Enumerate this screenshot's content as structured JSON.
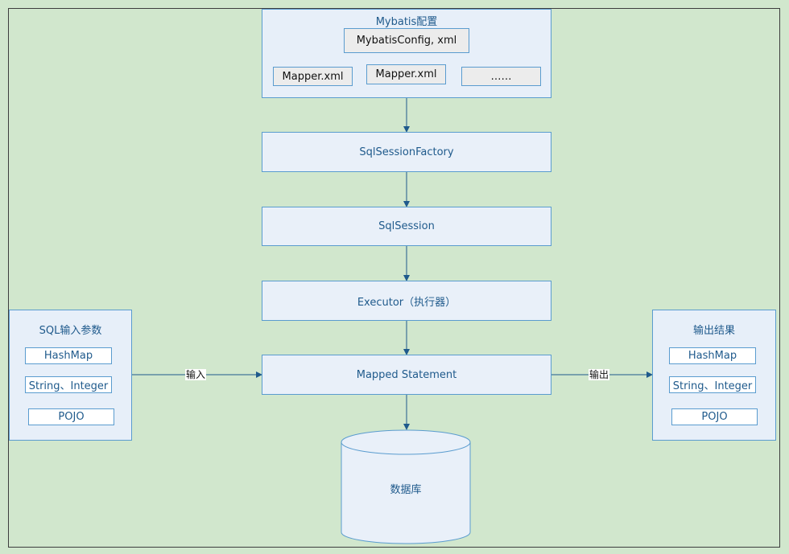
{
  "config_group": {
    "title": "Mybatis配置",
    "main_file": "MybatisConfig, xml",
    "mapper_files": [
      "Mapper.xml",
      "Mapper.xml",
      "……"
    ]
  },
  "pipeline": {
    "factory": "SqlSessionFactory",
    "session": "SqlSession",
    "executor": "Executor（执行器）",
    "statement": "Mapped Statement"
  },
  "database": {
    "label": "数据库"
  },
  "input_group": {
    "title": "SQL输入参数",
    "items": [
      "HashMap",
      "String、Integer",
      "POJO"
    ]
  },
  "output_group": {
    "title": "输出结果",
    "items": [
      "HashMap",
      "String、Integer",
      "POJO"
    ]
  },
  "edges": {
    "input_label": "输入",
    "output_label": "输出"
  },
  "colors": {
    "background": "#d1e7cd",
    "box_fill": "#e9f0f9",
    "box_border": "#5a9ccf",
    "text": "#1f5a8c",
    "connector": "#1f5a8c"
  }
}
